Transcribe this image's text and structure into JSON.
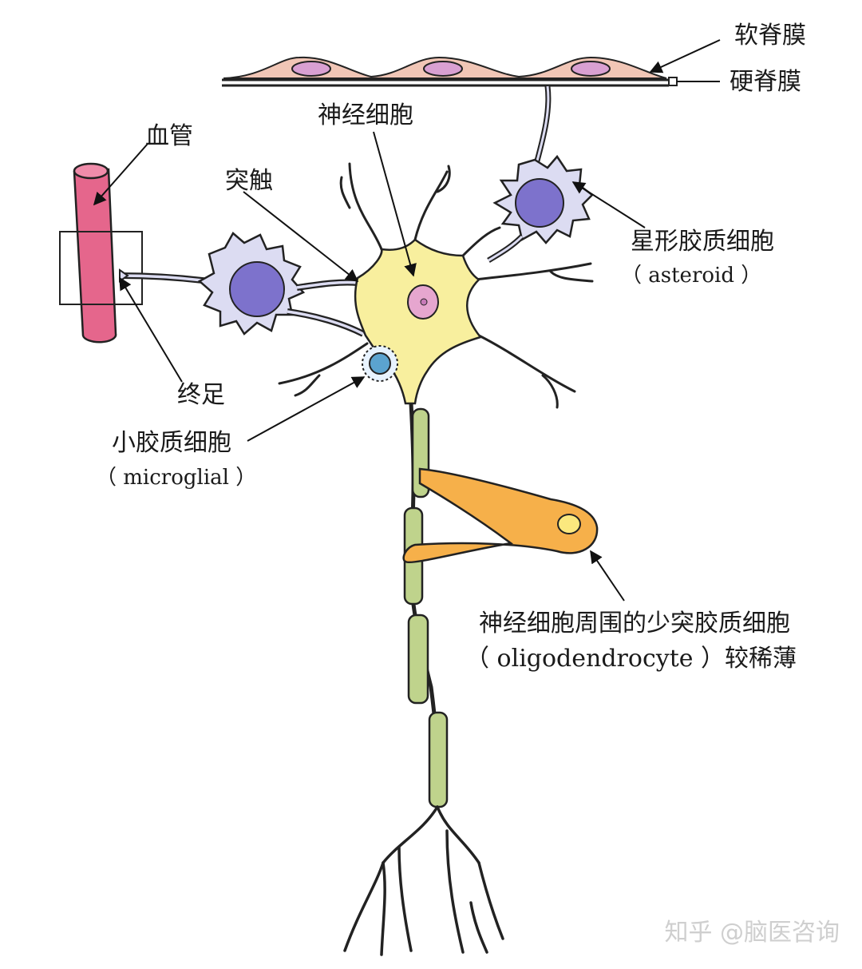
{
  "labels": {
    "pia_mater": "软脊膜",
    "dura_mater": "硬脊膜",
    "neuron": "神经细胞",
    "blood_vessel": "血管",
    "synapse": "突触",
    "astrocyte_cn": "星形胶质细胞",
    "astrocyte_en": "（ asteroid ）",
    "end_foot": "终足",
    "microglia_cn": "小胶质细胞",
    "microglia_en": "（ microglial ）",
    "oligo_cn": "神经细胞周围的少突胶质细胞",
    "oligo_en": "（ oligodendrocyte ）较稀薄"
  },
  "watermark": "知乎 @脑医咨询",
  "colors": {
    "meninges": "#f1c6b6",
    "meninges_nucleus": "#d9a0d2",
    "vessel": "#e5668c",
    "astrocyte": "#dcdcf2",
    "astrocyte_nucleus": "#7d72cc",
    "neuron": "#f8ef9e",
    "neuron_nucleus": "#e6a6cf",
    "myelin": "#bfd38c",
    "oligodendrocyte": "#f6b04a",
    "microglia": "#5ba3cf"
  }
}
